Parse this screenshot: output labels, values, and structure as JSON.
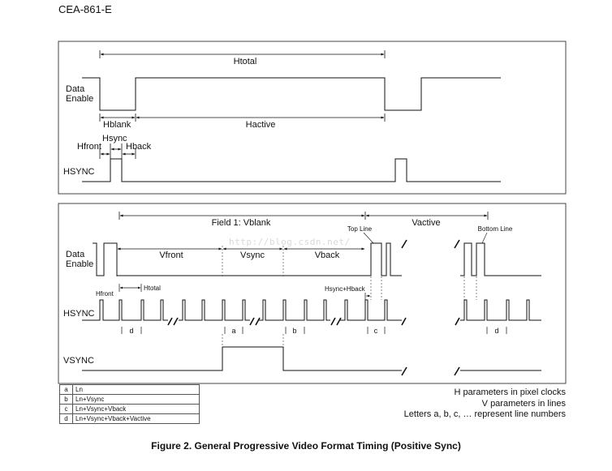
{
  "doc_header": "CEA-861-E",
  "caption": "Figure 2. General Progressive Video Format Timing (Positive Sync)",
  "watermark": "http://blog.csdn.net/",
  "top_panel": {
    "htotal": "Htotal",
    "data_enable": [
      "Data",
      "Enable"
    ],
    "hblank": "Hblank",
    "hactive": "Hactive",
    "hfront": "Hfront",
    "hsync": "Hsync",
    "hback": "Hback",
    "hsync_signal": "HSYNC"
  },
  "bottom_panel": {
    "field_vblank": "Field 1: Vblank",
    "vactive": "Vactive",
    "top_line": "Top Line",
    "bottom_line": "Bottom Line",
    "data_enable": [
      "Data",
      "Enable"
    ],
    "vfront": "Vfront",
    "vsync": "Vsync",
    "vback": "Vback",
    "hfront": "Hfront",
    "htotal": "Htotal",
    "hsync_hback": "Hsync+Hback",
    "hsync_signal": "HSYNC",
    "vsync_signal": "VSYNC",
    "markers": [
      "d",
      "a",
      "b",
      "c",
      "d"
    ]
  },
  "legend": [
    {
      "key": "a",
      "value": "Ln"
    },
    {
      "key": "b",
      "value": "Ln+Vsync"
    },
    {
      "key": "c",
      "value": "Ln+Vsync+Vback"
    },
    {
      "key": "d",
      "value": "Ln+Vsync+Vback+Vactive"
    }
  ],
  "notes": [
    "H parameters in pixel clocks",
    "V parameters in lines",
    "Letters a, b, c, … represent line numbers"
  ]
}
